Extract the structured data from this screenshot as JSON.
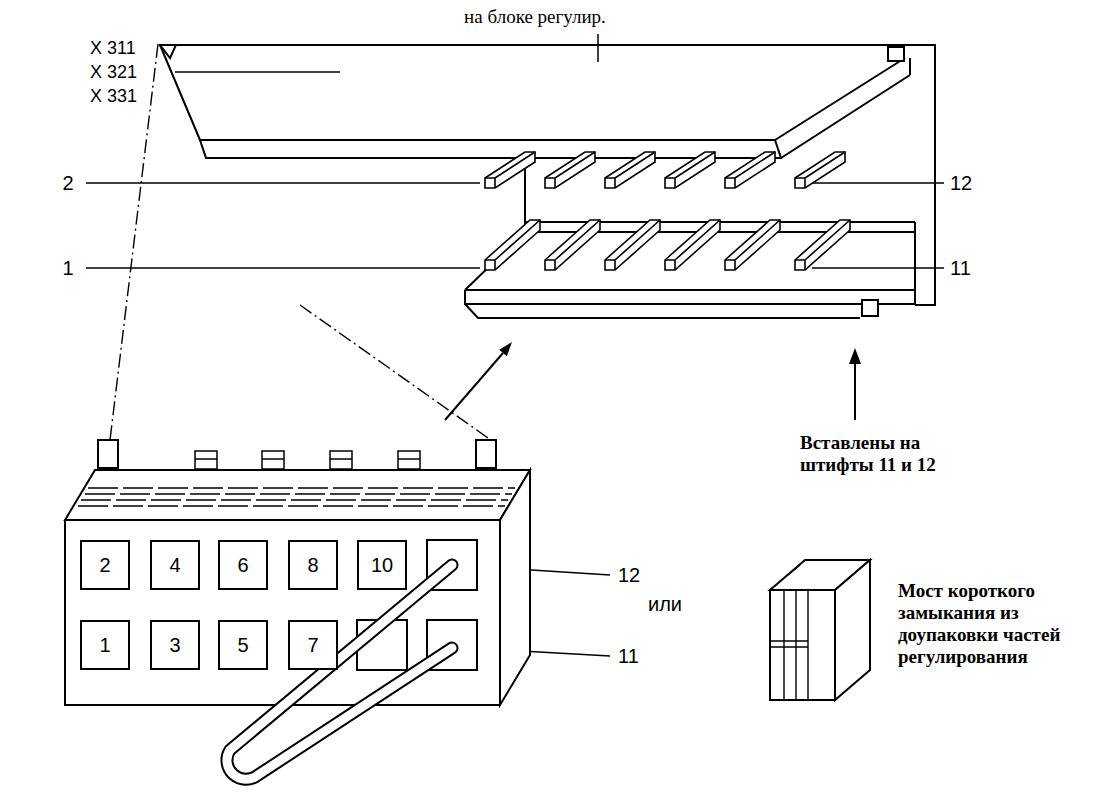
{
  "diagram": {
    "nodes": [
      {
        "text": [
          "2"
        ]
      },
      {
        "text": [
          "4"
        ]
      },
      {
        "text": [
          "6"
        ]
      },
      {
        "text": [
          "8"
        ]
      },
      {
        "text": [
          "10"
        ]
      },
      {
        "text": [
          "1"
        ]
      },
      {
        "text": [
          "3"
        ]
      },
      {
        "text": [
          "5"
        ]
      },
      {
        "text": [
          "7"
        ]
      }
    ],
    "labels": [
      "на блоке регулир.",
      "X 311",
      "X 321",
      "X 331",
      "2",
      "12",
      "1",
      "11",
      "Вставлены на штифты 11 и 12",
      "Мост короткого замыкания из доупаковки частей регулирования",
      "или",
      "12",
      "11"
    ]
  }
}
